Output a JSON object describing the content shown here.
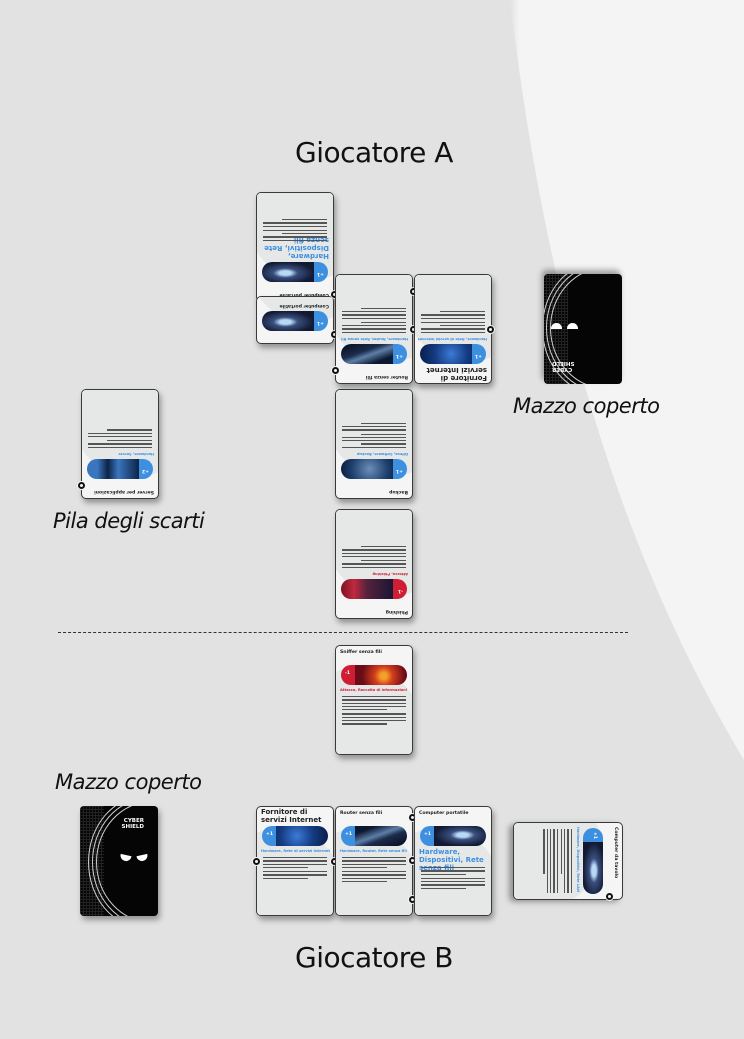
{
  "players": {
    "a": {
      "label": "Giocatore A"
    },
    "b": {
      "label": "Giocatore B"
    }
  },
  "piles": {
    "deck_a": "Mazzo coperto",
    "discard_a": "Pila degli scarti",
    "deck_b": "Mazzo coperto"
  },
  "card_back": {
    "brand_line1": "CYBER",
    "brand_line2": "SHIELD"
  },
  "colors": {
    "blue": "#3d8fe0",
    "red": "#cf1e34",
    "background": "#e1e2e1",
    "card_back": "#050505"
  },
  "board_a": [
    {
      "title": "Computer portatile",
      "value": "+1",
      "category": "Hardware, Dispositivi, Rete senza fili",
      "type": "blue"
    },
    {
      "title": "Computer portatile",
      "value": "+1",
      "category": "Hardware, Dispositivi, Rete senza fili",
      "type": "blue"
    },
    {
      "title": "Router senza fili",
      "value": "+1",
      "category": "Hardware, Router, Rete senza fili",
      "type": "blue"
    },
    {
      "title": "Fornitore di servizi Internet",
      "value": "+1",
      "category": "Hardware, Rete di servizi Internet",
      "type": "blue"
    },
    {
      "title": "Backup",
      "value": "+1",
      "category": "Difesa, Software, Backup",
      "type": "blue"
    },
    {
      "title": "Phishing",
      "value": "-1",
      "category": "Attacco, Phishing",
      "type": "red"
    }
  ],
  "discard_card": {
    "title": "Server per applicazioni",
    "value": "+2",
    "category": "Hardware, Server",
    "type": "blue"
  },
  "center_card": {
    "title": "Sniffer senza fili",
    "value": "-1",
    "category": "Attacco, Raccolta di informazioni",
    "type": "red"
  },
  "board_b": [
    {
      "title": "Fornitore di servizi Internet",
      "value": "+1",
      "category": "Hardware, Rete di servizi Internet",
      "type": "blue"
    },
    {
      "title": "Router senza fili",
      "value": "+1",
      "category": "Hardware, Router, Rete senza fili",
      "type": "blue"
    },
    {
      "title": "Computer portatile",
      "value": "+1",
      "category": "Hardware, Dispositivi, Rete senza fili",
      "type": "blue"
    }
  ],
  "hand_b_card": {
    "title": "Computer da tavolo",
    "value": "+1",
    "category": "Hardware, Dispositivi, Rete LAN",
    "type": "blue"
  }
}
